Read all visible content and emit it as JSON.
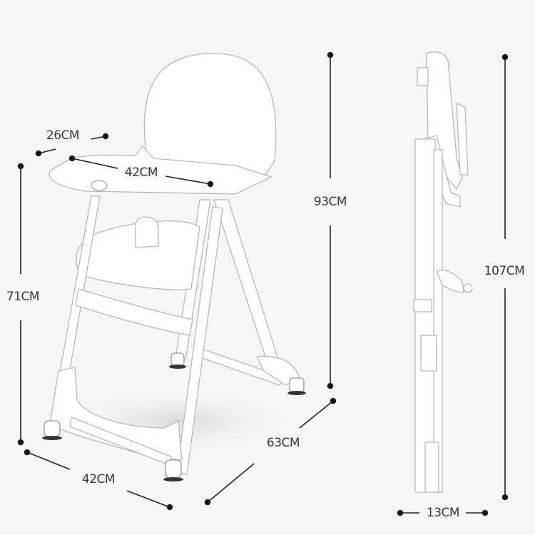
{
  "diagram": {
    "subject": "Folding baby high chair dimension drawing",
    "colors": {
      "background": "#f6f6f6",
      "dimension_line": "#222222",
      "outline": "#b8b8b8",
      "text": "#3a3a3a"
    },
    "views": [
      {
        "name": "front-three-quarter view (unfolded)"
      },
      {
        "name": "side view (folded)"
      }
    ],
    "dimensions": {
      "tray_depth": "26CM",
      "tray_width": "42CM",
      "seat_height": "71CM",
      "base_width": "42CM",
      "base_depth": "63CM",
      "total_height": "93CM",
      "folded_height": "107CM",
      "folded_thickness": "13CM"
    }
  }
}
